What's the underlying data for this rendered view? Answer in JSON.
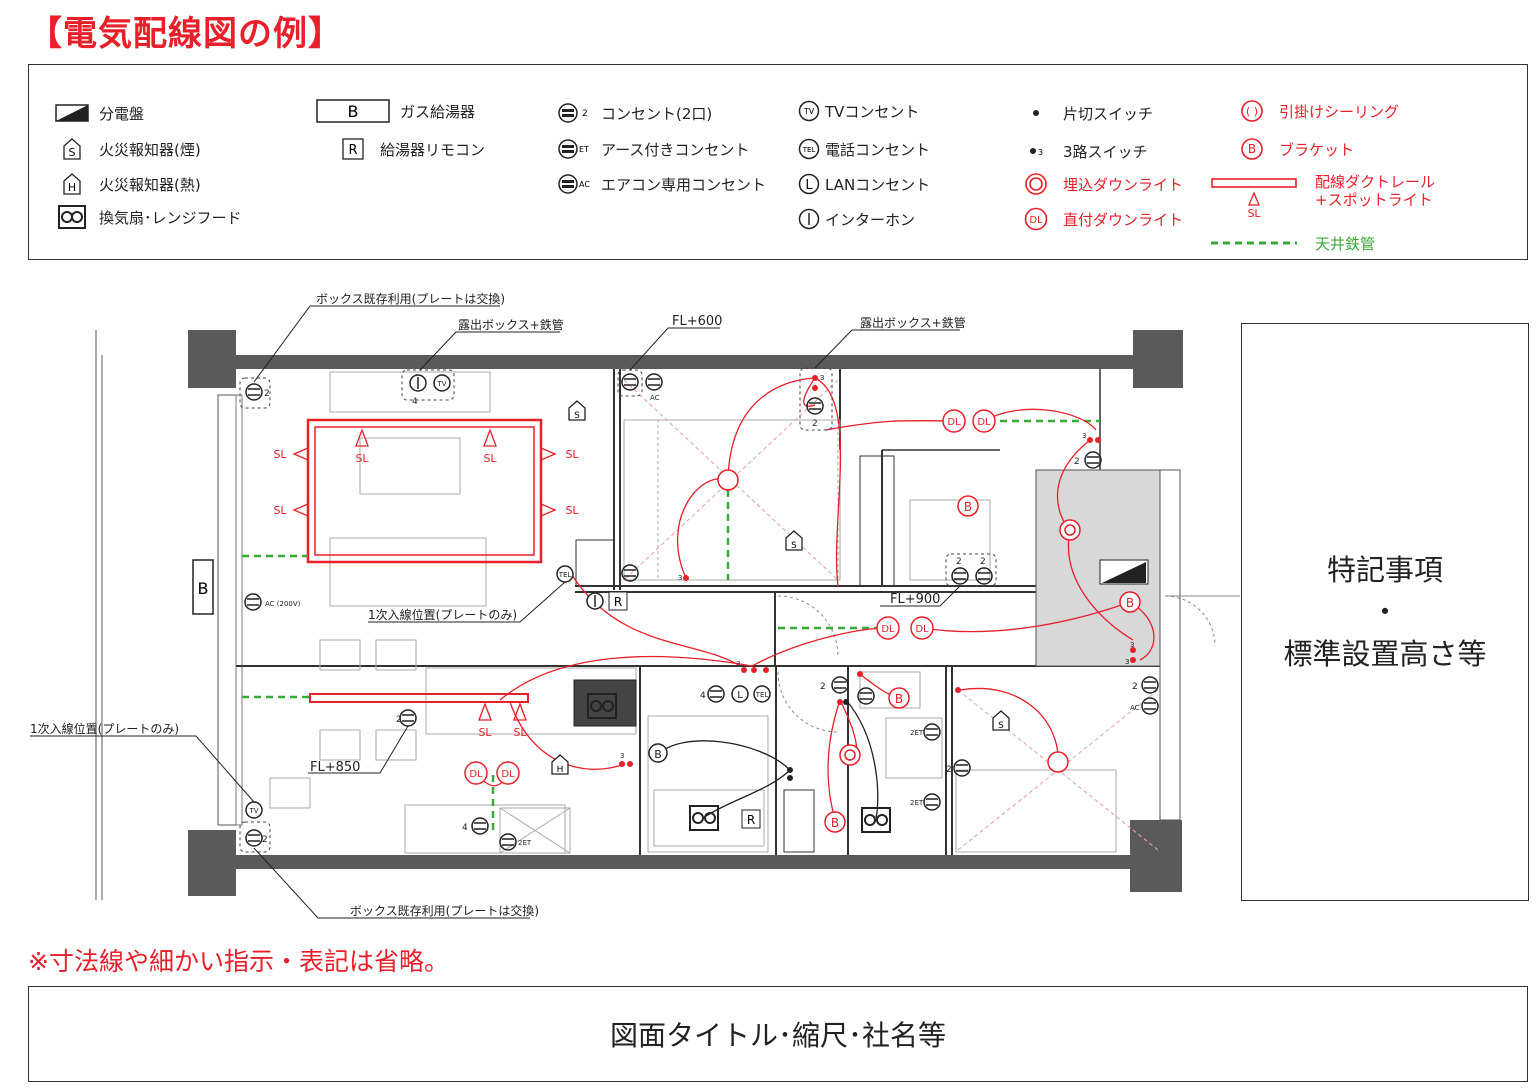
{
  "title": "【電気配線図の例】",
  "legend": {
    "col1": [
      {
        "icon": "panel-board-icon",
        "label": "分電盤",
        "color": "#222"
      },
      {
        "icon": "smoke-detector-icon",
        "label": "火災報知器(煙)",
        "color": "#222"
      },
      {
        "icon": "heat-detector-icon",
        "label": "火災報知器(熱)",
        "color": "#222"
      },
      {
        "icon": "range-hood-icon",
        "label": "換気扇･レンジフード",
        "color": "#222"
      }
    ],
    "col2": [
      {
        "icon": "gas-water-heater-icon",
        "symbol": "B",
        "label": "ガス給湯器",
        "color": "#222"
      },
      {
        "icon": "heater-remote-icon",
        "symbol": "R",
        "label": "給湯器リモコン",
        "color": "#222"
      }
    ],
    "col3": [
      {
        "icon": "outlet-icon",
        "sub": "2",
        "label": "コンセント(2口)",
        "color": "#222"
      },
      {
        "icon": "grounded-outlet-icon",
        "sub": "ET",
        "label": "アース付きコンセント",
        "color": "#222"
      },
      {
        "icon": "aircon-outlet-icon",
        "sub": "AC",
        "label": "エアコン専用コンセント",
        "color": "#222"
      }
    ],
    "col4": [
      {
        "icon": "tv-outlet-icon",
        "symbol": "TV",
        "label": "TVコンセント",
        "color": "#222"
      },
      {
        "icon": "tel-outlet-icon",
        "symbol": "TEL",
        "label": "電話コンセント",
        "color": "#222"
      },
      {
        "icon": "lan-outlet-icon",
        "symbol": "L",
        "label": "LANコンセント",
        "color": "#222"
      },
      {
        "icon": "intercom-icon",
        "symbol": "I",
        "label": "インターホン",
        "color": "#222"
      }
    ],
    "col5": [
      {
        "icon": "single-switch-icon",
        "label": "片切スイッチ",
        "color": "#222"
      },
      {
        "icon": "three-way-switch-icon",
        "sub": "3",
        "label": "3路スイッチ",
        "color": "#222"
      },
      {
        "icon": "recessed-downlight-icon",
        "label": "埋込ダウンライト",
        "color": "#e8202a"
      },
      {
        "icon": "surface-downlight-icon",
        "symbol": "DL",
        "label": "直付ダウンライト",
        "color": "#e8202a"
      }
    ],
    "col6": [
      {
        "icon": "ceiling-hook-icon",
        "label": "引掛けシーリング",
        "color": "#e8202a"
      },
      {
        "icon": "bracket-light-icon",
        "symbol": "B",
        "label": "ブラケット",
        "color": "#e8202a"
      },
      {
        "icon": "duct-rail-icon",
        "symbol": "SL",
        "label": "配線ダクトレール\n+スポットライト",
        "color": "#e8202a"
      },
      {
        "icon": "ceiling-conduit-icon",
        "label": "天井鉄管",
        "color": "#3aaa3a"
      }
    ]
  },
  "plan_labels": {
    "box_existing_top": "ボックス既存利用(プレートは交換)",
    "exposed_box_1": "露出ボックス+鉄管",
    "fl600": "FL+600",
    "exposed_box_2": "露出ボックス+鉄管",
    "primary_entry_1": "1次入線位置(プレートのみ)",
    "fl900": "FL+900",
    "primary_entry_2": "1次入線位置(プレートのみ)",
    "fl850": "FL+850",
    "box_existing_bottom": "ボックス既存利用(プレートは交換)",
    "ac200": "AC (200V)",
    "sl": "SL",
    "dl": "DL",
    "b": "B",
    "r": "R",
    "s": "S",
    "h": "H",
    "ac": "AC",
    "tv": "TV",
    "tel": "TEL",
    "l": "L",
    "i": "I",
    "n2": "2",
    "n3": "3",
    "n4": "4",
    "n2et": "2ET"
  },
  "notes_box": {
    "line1": "特記事項",
    "line2": "・",
    "line3": "標準設置高さ等"
  },
  "footnote": "※寸法線や細かい指示・表記は省略。",
  "title_block": "図面タイトル･縮尺･社名等",
  "colors": {
    "red": "#e8202a",
    "green": "#3aaa3a",
    "wall": "#5a5a5a",
    "line": "#222222"
  }
}
